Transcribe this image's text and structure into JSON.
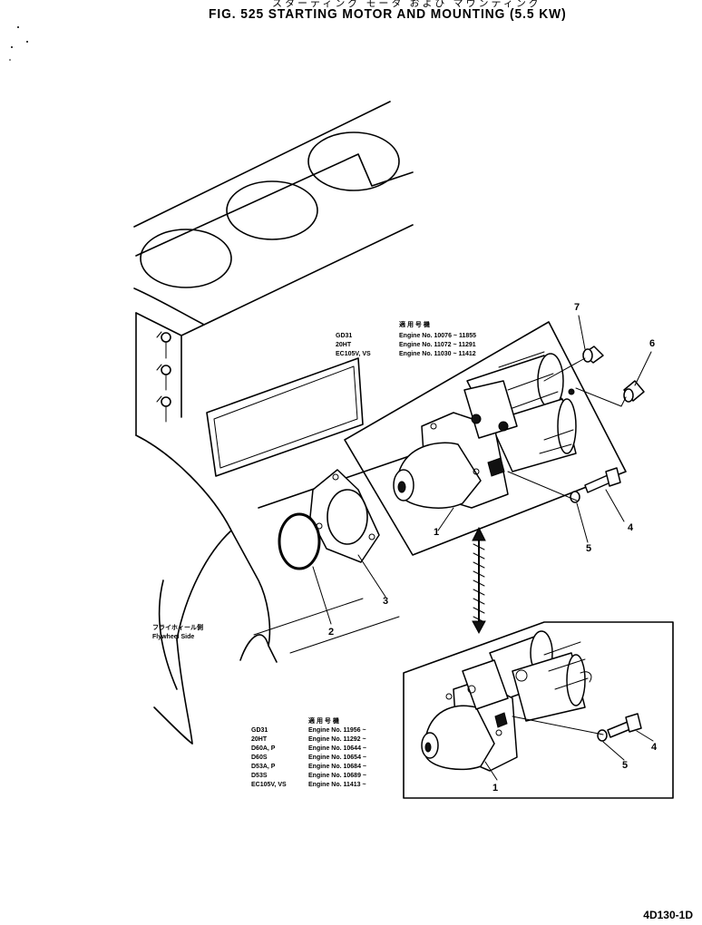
{
  "figure": {
    "title_jp": "スターティング モータ および マウンティング",
    "title": "FIG. 525  STARTING  MOTOR  AND  MOUNTING  (5.5 KW)",
    "doc_id": "4D130-1D",
    "flywheel_label_jp": "フライホィール側",
    "flywheel_label": "Flywheel Side"
  },
  "upper_box": {
    "header_jp": "適 用 号 機",
    "rows": [
      {
        "model": "GD31",
        "serial": "Engine  No. 10076 ~ 11855"
      },
      {
        "model": "20HT",
        "serial": "Engine  No. 11072 ~ 11291"
      },
      {
        "model": "EC105V, VS",
        "serial": "Engine  No. 11030 ~ 11412"
      }
    ],
    "callouts": [
      "1",
      "4",
      "5",
      "6",
      "7"
    ]
  },
  "lower_box": {
    "header_jp": "適 用 号 機",
    "rows": [
      {
        "model": "GD31",
        "serial": "Engine  No. 11956 ~"
      },
      {
        "model": "20HT",
        "serial": "Engine  No. 11292 ~"
      },
      {
        "model": "D60A, P",
        "serial": "Engine  No. 10644 ~"
      },
      {
        "model": "D60S",
        "serial": "Engine  No. 10654 ~"
      },
      {
        "model": "D53A, P",
        "serial": "Engine  No. 10684 ~"
      },
      {
        "model": "D53S",
        "serial": "Engine  No. 10689 ~"
      },
      {
        "model": "EC105V, VS",
        "serial": "Engine  No. 11413 ~"
      }
    ],
    "callouts": [
      "1",
      "4",
      "5"
    ]
  },
  "outside_callouts": [
    "2",
    "3"
  ]
}
